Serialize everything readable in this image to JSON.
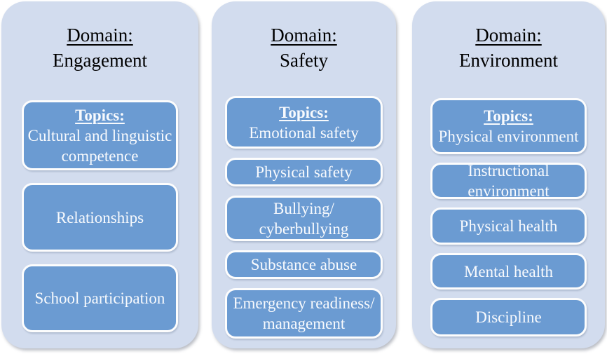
{
  "colors": {
    "page_bg": "#ffffff",
    "panel_bg": "#d2dcee",
    "box_bg": "#6b9bd2",
    "box_border": "#fdfdfd",
    "title_text": "#000000",
    "box_text": "#f8fafd"
  },
  "panels": [
    {
      "domain_label": "Domain:",
      "domain_name": "Engagement",
      "boxes": [
        {
          "heading": "Topics:",
          "text": "Cultural and linguistic\ncompetence"
        },
        {
          "text": "Relationships"
        },
        {
          "text": "School participation"
        }
      ]
    },
    {
      "domain_label": "Domain:",
      "domain_name": "Safety",
      "boxes": [
        {
          "heading": "Topics:",
          "text": "Emotional safety"
        },
        {
          "text": "Physical safety"
        },
        {
          "text": "Bullying/\ncyberbullying"
        },
        {
          "text": "Substance abuse"
        },
        {
          "text": "Emergency readiness/\nmanagement"
        }
      ]
    },
    {
      "domain_label": "Domain:",
      "domain_name": "Environment",
      "boxes": [
        {
          "heading": "Topics:",
          "text": "Physical environment"
        },
        {
          "text": "Instructional\nenvironment"
        },
        {
          "text": "Physical health"
        },
        {
          "text": "Mental health"
        },
        {
          "text": "Discipline"
        }
      ]
    }
  ]
}
